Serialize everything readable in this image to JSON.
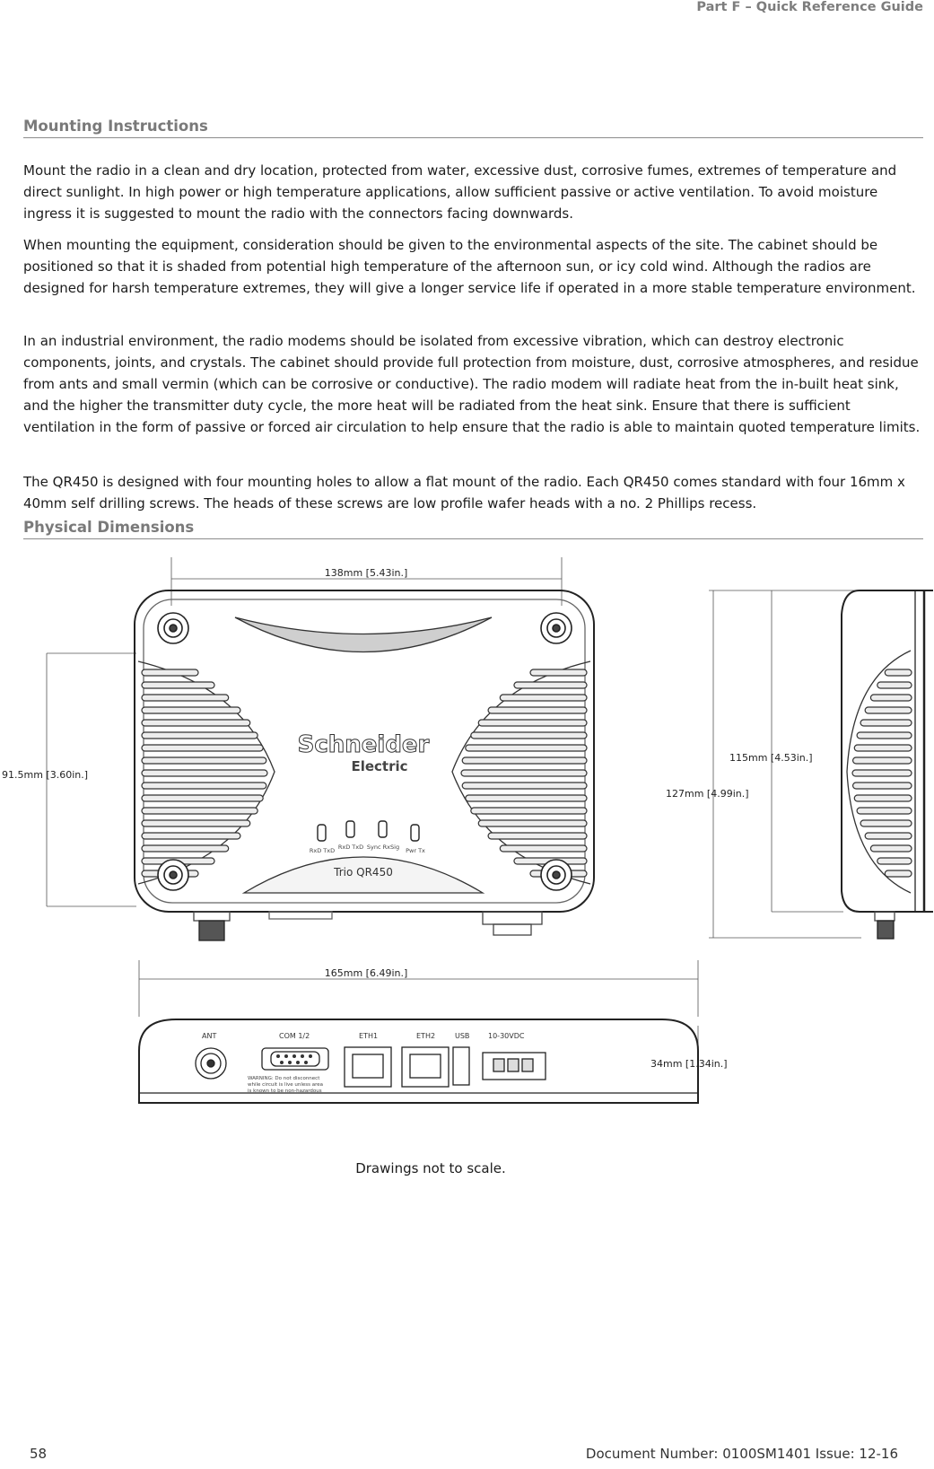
{
  "header": {
    "part": "Part F – Quick Reference Guide"
  },
  "mounting": {
    "title": "Mounting Instructions",
    "paragraphs": [
      "Mount the radio in a clean and dry location, protected from water, excessive dust, corrosive fumes, extremes of temperature and direct sunlight. In high power or high temperature applications, allow sufficient passive or active ventilation. To avoid moisture ingress it is suggested to mount the radio with the connectors facing downwards.",
      "When mounting the equipment, consideration should be given to the environmental aspects of the site. The cabinet should be positioned so that it is shaded from potential high temperature of the afternoon sun, or icy cold wind. Although the radios are designed for harsh temperature extremes, they will give a longer service life if operated in a more stable temperature environment.",
      "In an industrial environment, the radio modems should be isolated from excessive vibration, which can destroy electronic components, joints, and crystals. The cabinet should provide full protection from moisture, dust, corrosive atmospheres, and residue from ants and small vermin (which can be corrosive or conductive). The radio modem will radiate heat from the in-built heat sink, and the higher the transmitter duty cycle, the more heat will be radiated from the heat sink. Ensure that there is sufficient ventilation in the form of passive or forced air circulation to help ensure that the radio is able to maintain quoted temperature limits.",
      "The QR450 is designed with four mounting holes to allow a flat mount of the radio. Each QR450 comes standard with four 16mm x 40mm self drilling screws. The heads of these screws are low profile wafer heads with a no. 2 Phillips recess."
    ]
  },
  "dimensions": {
    "title": "Physical Dimensions",
    "labels": {
      "top_width": "138mm [5.43in.]",
      "left_height": "91.5mm [3.60in.]",
      "side_inner": "115mm [4.53in.]",
      "side_outer": "127mm [4.99in.]",
      "bottom_width": "165mm [6.49in.]",
      "bottom_depth": "34mm [1.34in.]"
    },
    "device": {
      "brand_line1": "Schneider",
      "brand_line2": "Electric",
      "model": "Trio QR450",
      "leds": [
        "RxD TxD",
        "RxD TxD",
        "Sync RxSig",
        "Pwr Tx"
      ],
      "ports": [
        "ANT",
        "COM 1/2",
        "ETH1",
        "ETH2",
        "USB",
        "10-30VDC"
      ],
      "warning": [
        "WARNING: Do not disconnect",
        "while circuit is live unless area",
        "is known to be non-hazardous"
      ]
    },
    "caption": "Drawings not to scale."
  },
  "footer": {
    "page_number": "58",
    "document": "Document Number: 0100SM1401   Issue: 12-16"
  }
}
